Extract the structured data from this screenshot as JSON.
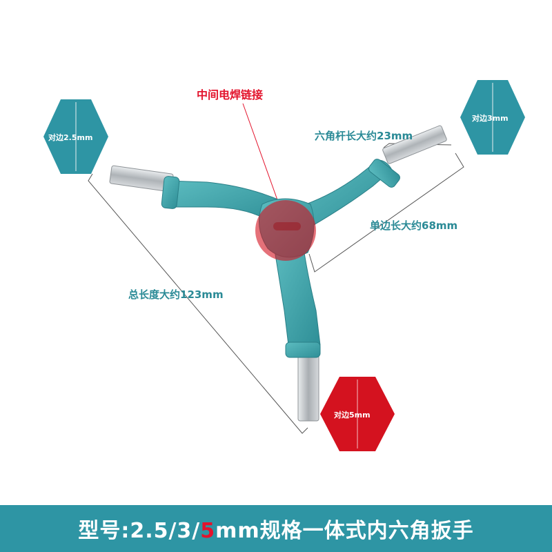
{
  "annotations": {
    "center_weld": "中间电焊链接",
    "hex_rod_length": "六角杆长大约23mm",
    "single_side_length": "单边长大约68mm",
    "total_length": "总长度大约123mm"
  },
  "hex_badges": {
    "left": "对边2.5mm",
    "right": "对边3mm",
    "bottom": "对边5mm"
  },
  "footer": {
    "prefix": "型号:2.5/3/",
    "highlight": "5",
    "suffix": "mm规格一体式内六角扳手"
  },
  "colors": {
    "teal": "#2e95a4",
    "tool": "#4aaeb3",
    "red": "#d4121f",
    "annotation_red": "#e3132c",
    "steel": "#c9cdd0"
  }
}
